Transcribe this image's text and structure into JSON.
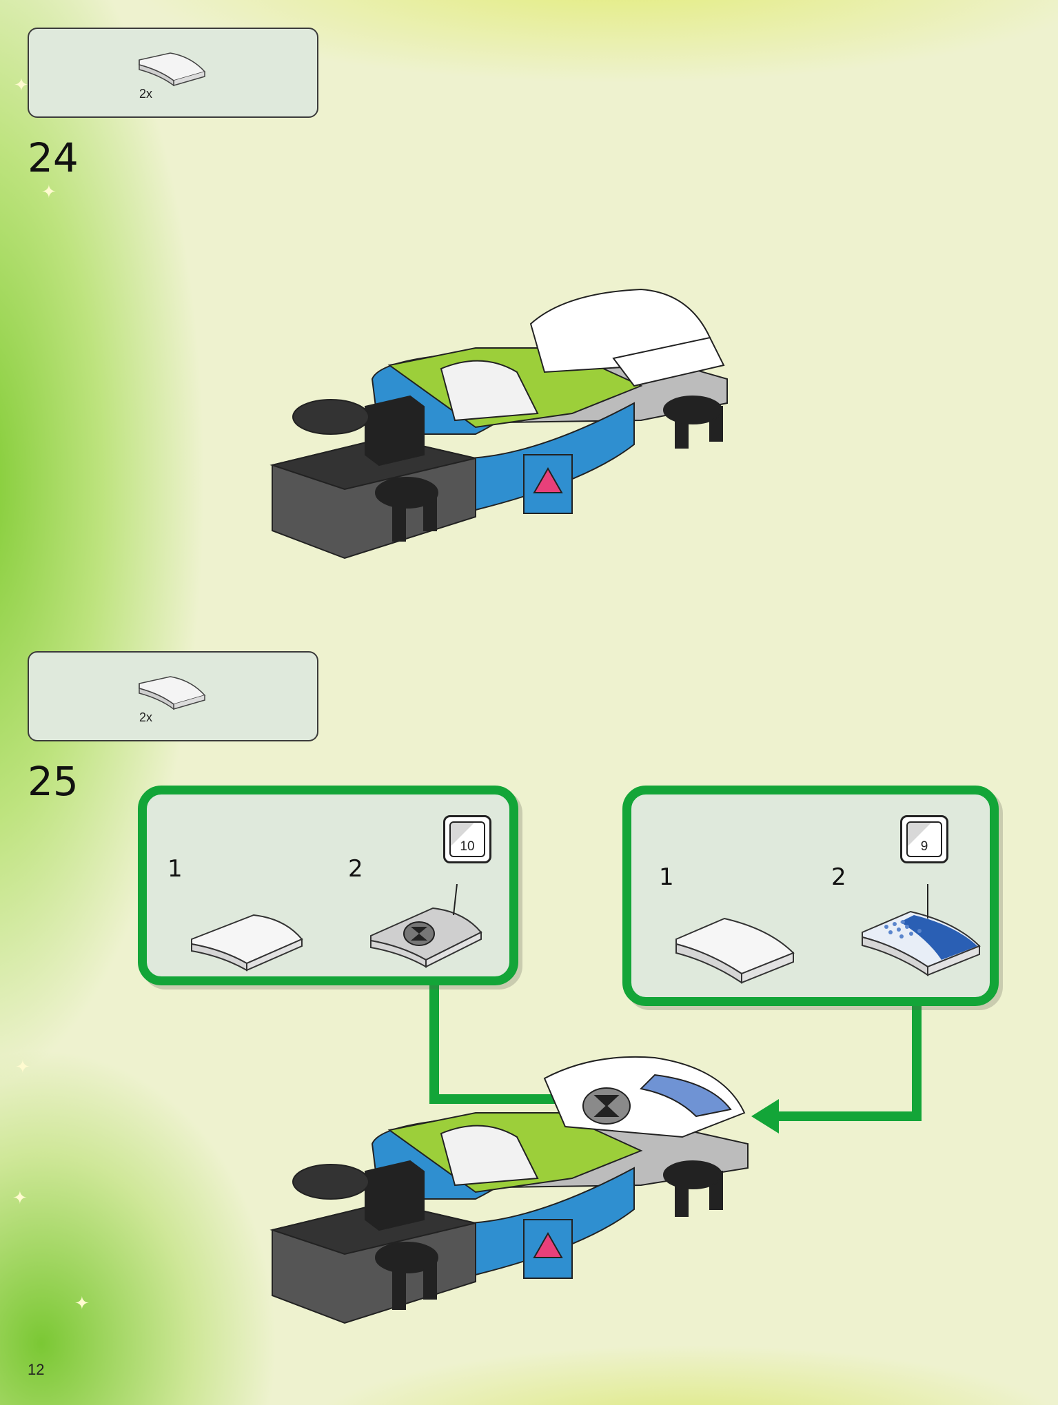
{
  "steps": [
    {
      "number": "24",
      "parts": [
        {
          "quantity": "2x",
          "part": "white-curved-slope-icon"
        }
      ]
    },
    {
      "number": "25",
      "parts": [
        {
          "quantity": "2x",
          "part": "white-curved-slope-icon"
        }
      ],
      "callouts": [
        {
          "sub_steps": [
            "1",
            "2"
          ],
          "sticker_number": "10",
          "sticker_design": "black-widow-hourglass"
        },
        {
          "sub_steps": [
            "1",
            "2"
          ],
          "sticker_number": "9",
          "sticker_design": "blue-dot-pattern"
        }
      ]
    }
  ],
  "page_number": "12",
  "colors": {
    "callout_border": "#13a538",
    "box_bg": "#dfe9dc",
    "car_blue": "#2f8fd0",
    "lime": "#9ccf3a"
  }
}
